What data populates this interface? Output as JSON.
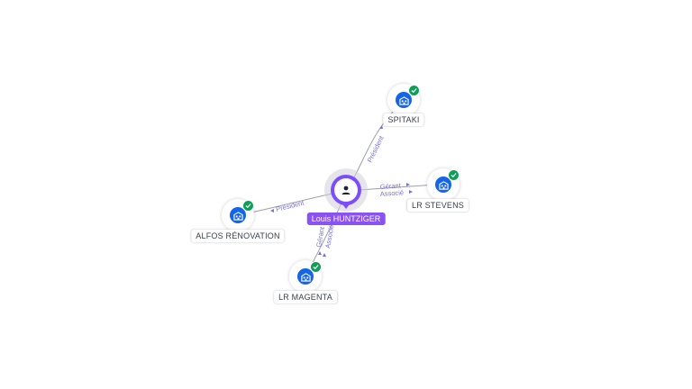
{
  "person": {
    "name": "Louis HUNTZIGER",
    "icon": "person-icon",
    "color": "#7c4dff"
  },
  "companies": [
    {
      "id": "spitaki",
      "name": "SPITAKI",
      "icon": "building-icon",
      "verified": true
    },
    {
      "id": "lr-stevens",
      "name": "LR STEVENS",
      "icon": "building-icon",
      "verified": true
    },
    {
      "id": "alfos",
      "name": "ALFOS RÉNOVATION",
      "icon": "building-icon",
      "verified": true
    },
    {
      "id": "lr-magenta",
      "name": "LR MAGENTA",
      "icon": "building-icon",
      "verified": true
    }
  ],
  "relations": [
    {
      "to": "spitaki",
      "roles": [
        "Président"
      ]
    },
    {
      "to": "lr-stevens",
      "roles": [
        "Gérant",
        "Associé"
      ]
    },
    {
      "to": "alfos",
      "roles": [
        "Président"
      ]
    },
    {
      "to": "lr-magenta",
      "roles": [
        "Gérant",
        "Associé"
      ]
    }
  ],
  "colors": {
    "company": "#1565e8",
    "verified": "#0f9d58",
    "edge": "#9aa0ab",
    "edge_label": "#7a6fd6"
  }
}
